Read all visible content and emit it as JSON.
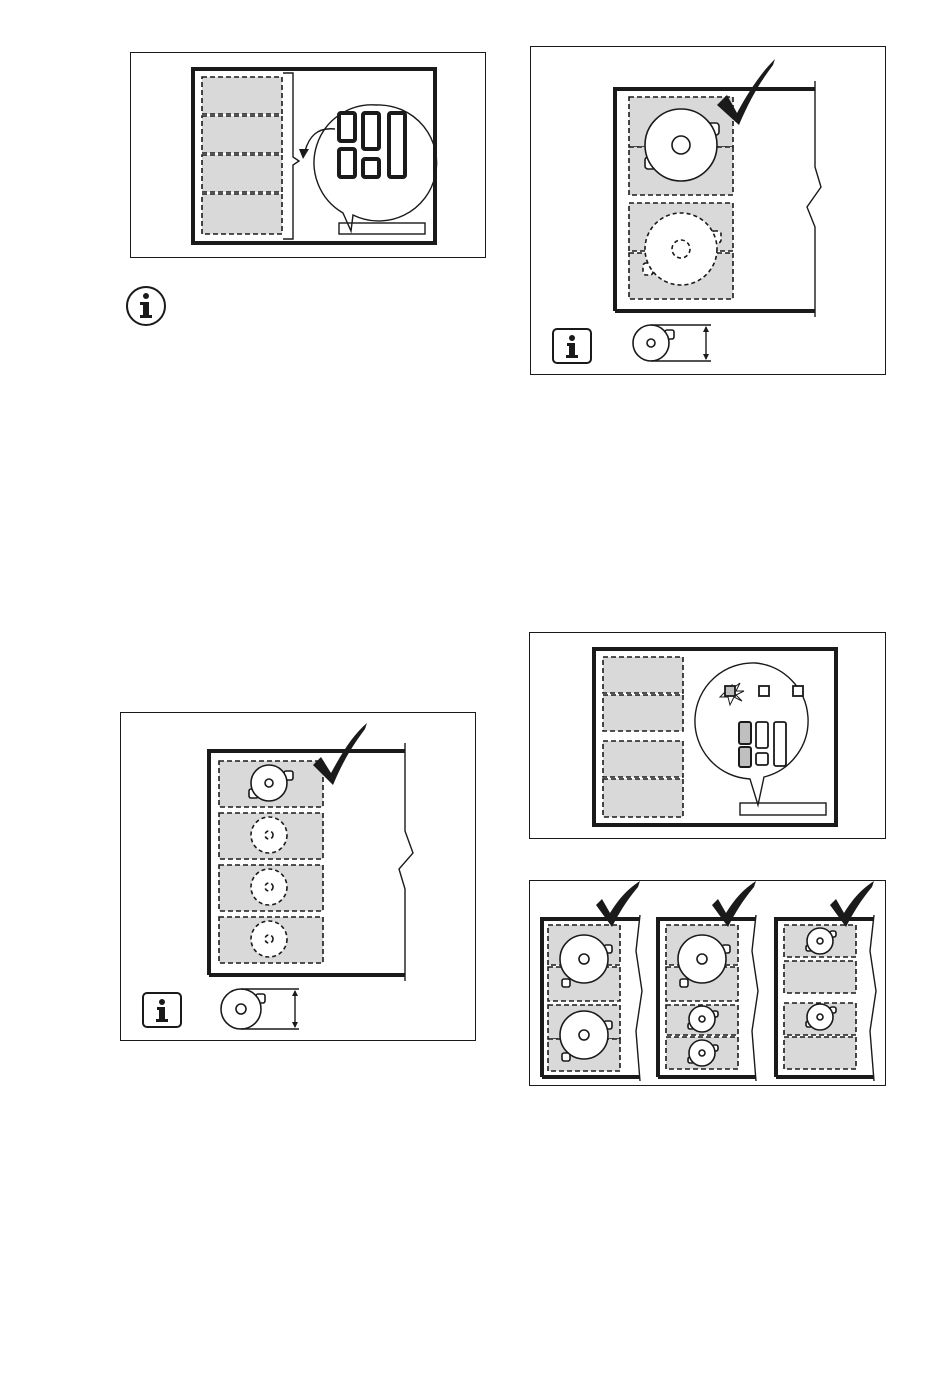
{
  "figures": [
    {
      "id": "bridge-function-control",
      "description_icons": [
        "info-icon"
      ]
    },
    {
      "id": "single-large-pan-check",
      "description_icons": [
        "info-icon",
        "pan-diameter-icon"
      ]
    },
    {
      "id": "four-zones-small-pan-check",
      "description_icons": [
        "info-icon",
        "pan-diameter-icon"
      ]
    },
    {
      "id": "flexible-zone-indicator"
    },
    {
      "id": "pan-placement-examples"
    }
  ],
  "colors": {
    "zone_fill": "#d9d9d9",
    "line": "#1a1a1a",
    "background": "#ffffff"
  }
}
